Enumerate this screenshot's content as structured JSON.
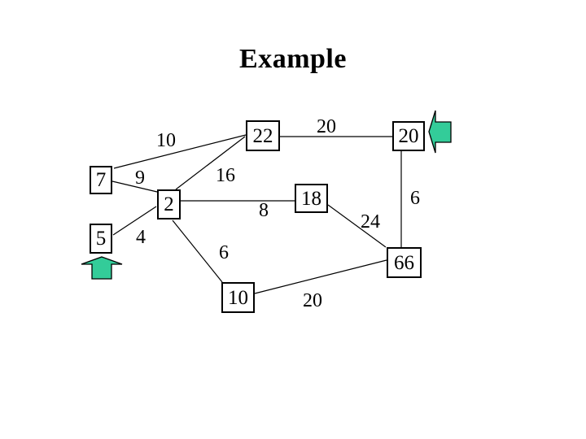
{
  "slide": {
    "title": "Example"
  },
  "diagram": {
    "type": "weighted-graph",
    "nodes": [
      {
        "label": "22"
      },
      {
        "label": "20"
      },
      {
        "label": "7"
      },
      {
        "label": "2"
      },
      {
        "label": "18"
      },
      {
        "label": "5"
      },
      {
        "label": "66"
      },
      {
        "label": "10"
      }
    ],
    "edges": [
      {
        "from": "7",
        "to": "22",
        "weight": "10"
      },
      {
        "from": "22",
        "to": "20",
        "weight": "20"
      },
      {
        "from": "7",
        "to": "2",
        "weight": "9"
      },
      {
        "from": "2",
        "to": "22",
        "weight": "16"
      },
      {
        "from": "2",
        "to": "18",
        "weight": "8"
      },
      {
        "from": "18",
        "to": "66",
        "weight": "24"
      },
      {
        "from": "20",
        "to": "66",
        "weight": "6"
      },
      {
        "from": "5",
        "to": "2",
        "weight": "4"
      },
      {
        "from": "2",
        "to": "10",
        "weight": "6"
      },
      {
        "from": "10",
        "to": "66",
        "weight": "20"
      }
    ],
    "markers": [
      {
        "name": "left-block-arrow",
        "at_node": "20"
      },
      {
        "name": "up-block-arrow",
        "at_node": "5"
      }
    ],
    "colors": {
      "arrow_fill": "#33CC99",
      "line": "#000000",
      "node_border": "#000000",
      "node_bg": "#FFFFFF",
      "text": "#000000"
    }
  }
}
